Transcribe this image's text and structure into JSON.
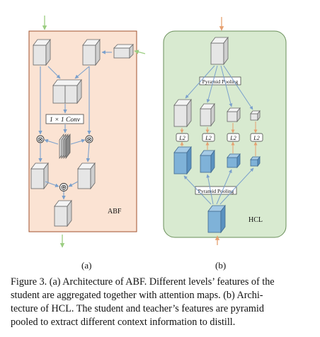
{
  "figure": {
    "abf_panel": {
      "name_label": "ABF",
      "conv_label": "1 × 1 Conv",
      "multiply_symbol": "⊗",
      "add_symbol": "⊕",
      "subfigure_label": "(a)",
      "background_color": "#fbe3d3",
      "border_color": "#a0522d"
    },
    "hcl_panel": {
      "name_label": "HCL",
      "pooling_top_label": "Pyramid Pooling",
      "pooling_bottom_label": "Pyramid Pooling",
      "loss_label": "L2",
      "subfigure_label": "(b)",
      "background_color": "#d8ead0",
      "border_color": "#6a8f5a"
    },
    "colors": {
      "student_feature": "#7fb2d8",
      "teacher_feature": "#e6e6e6",
      "arrow_blue": "#7aa0cc",
      "arrow_green": "#9acd80",
      "arrow_orange": "#e6a070"
    },
    "caption_lines": [
      "Figure 3. (a) Architecture of ABF. Different levels’ features of the",
      "student are aggregated together with attention maps.  (b) Archi-",
      "tecture of HCL. The student and teacher’s features are pyramid",
      "pooled to extract different context information to distill."
    ]
  }
}
